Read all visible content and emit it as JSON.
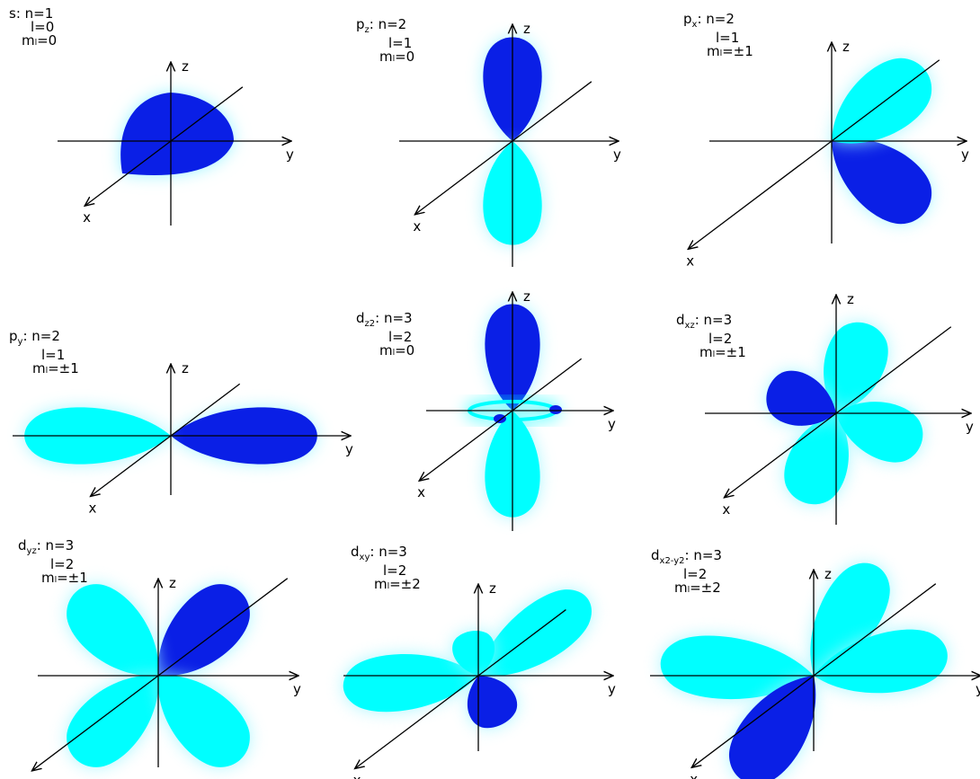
{
  "colors": {
    "positive_lobe": "#0a1fe6",
    "negative_lobe": "#00ffff",
    "glow": "#9ff6ff",
    "axis": "#000000"
  },
  "axis_labels": {
    "x": "x",
    "y": "y",
    "z": "z"
  },
  "orbitals": [
    {
      "id": "s",
      "sym": "s",
      "sub": "",
      "n": "n=1",
      "l": "l=0",
      "ml": "mₗ=0"
    },
    {
      "id": "pz",
      "sym": "p",
      "sub": "z",
      "n": "n=2",
      "l": "l=1",
      "ml": "mₗ=0"
    },
    {
      "id": "px",
      "sym": "p",
      "sub": "x",
      "n": "n=2",
      "l": "l=1",
      "ml": "mₗ=±1"
    },
    {
      "id": "py",
      "sym": "p",
      "sub": "y",
      "n": "n=2",
      "l": "l=1",
      "ml": "mₗ=±1"
    },
    {
      "id": "dz2",
      "sym": "d",
      "sub": "z2",
      "n": "n=3",
      "l": "l=2",
      "ml": "mₗ=0"
    },
    {
      "id": "dxz",
      "sym": "d",
      "sub": "xz",
      "n": "n=3",
      "l": "l=2",
      "ml": "mₗ=±1"
    },
    {
      "id": "dyz",
      "sym": "d",
      "sub": "yz",
      "n": "n=3",
      "l": "l=2",
      "ml": "mₗ=±1"
    },
    {
      "id": "dxy",
      "sym": "d",
      "sub": "xy",
      "n": "n=3",
      "l": "l=2",
      "ml": "mₗ=±2"
    },
    {
      "id": "dx2y2",
      "sym": "d",
      "sub": "x2-y2",
      "n": "n=3",
      "l": "l=2",
      "ml": "mₗ=±2"
    }
  ]
}
